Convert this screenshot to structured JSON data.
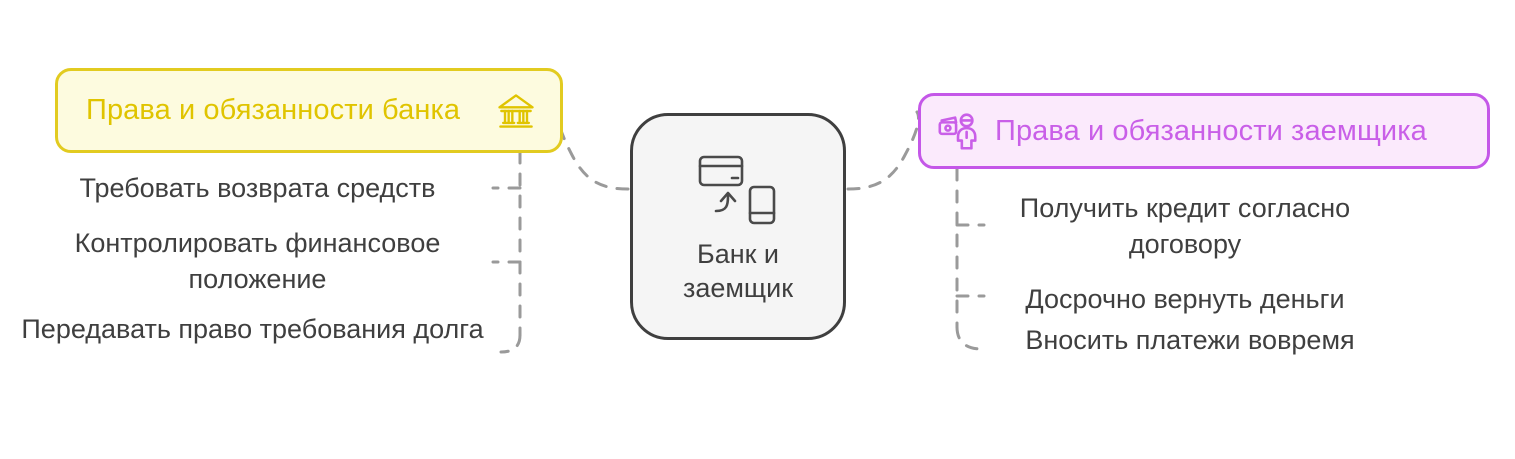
{
  "diagram": {
    "title": "Банк и заемщик",
    "colors": {
      "bank_accent": "#e0c400",
      "bank_border": "#e2cb20",
      "bank_fill": "#fdfbdf",
      "borrower_accent": "#c95fe8",
      "borrower_border": "#c457e8",
      "borrower_fill": "#fbeafc",
      "center_border": "#3f3f3f",
      "center_fill": "#f5f5f5",
      "text": "#3f3f3f",
      "connector": "#9a9a9a",
      "background": "#ffffff"
    }
  },
  "center": {
    "label": "Банк и\nзаемщик",
    "icon": "credit-card-transfer-phone-icon"
  },
  "branches": [
    {
      "id": "bank",
      "side": "left",
      "heading": "Права и обязанности банка",
      "icon": "bank-building-icon",
      "items": [
        "Требовать возврата средств",
        "Контролировать финансовое положение",
        "Передавать право требования долга"
      ]
    },
    {
      "id": "borrower",
      "side": "right",
      "heading": "Права и обязанности заемщика",
      "icon": "person-with-money-icon",
      "items": [
        "Получить кредит согласно договору",
        "Досрочно вернуть деньги",
        "Вносить платежи вовремя"
      ]
    }
  ]
}
